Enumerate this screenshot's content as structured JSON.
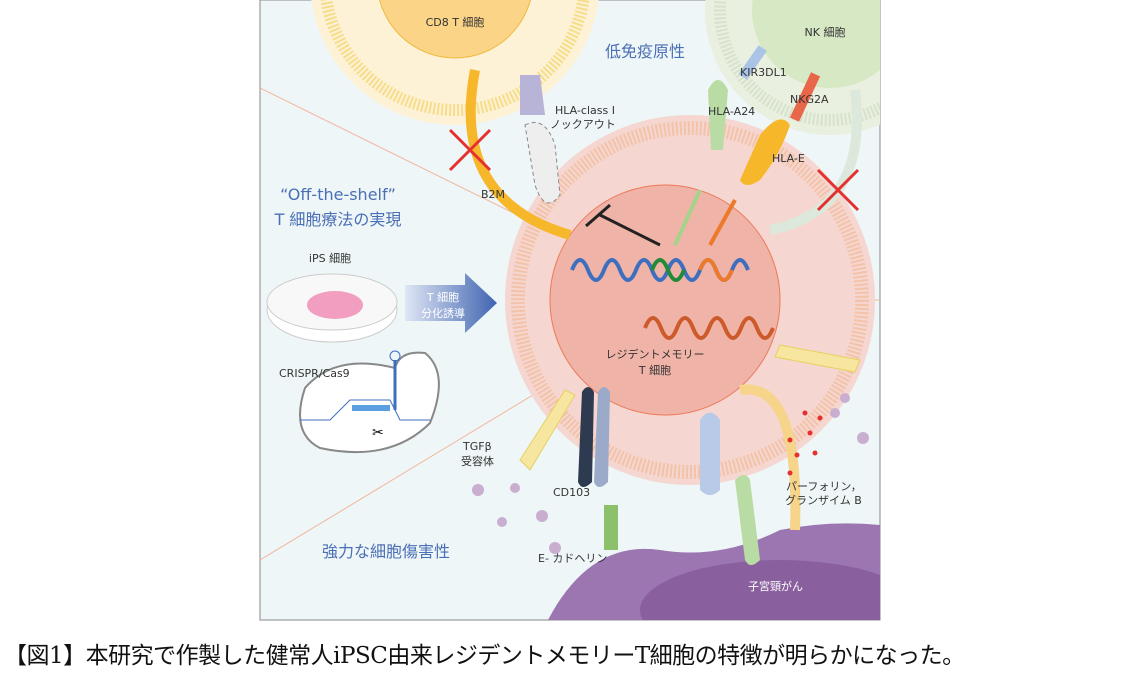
{
  "figure": {
    "cells": {
      "cd8": "CD8 T 細胞",
      "nk": "NK 細胞",
      "resident_line1": "レジデントメモリー",
      "resident_line2": "T 細胞",
      "cancer": "子宮頸がん",
      "ips": "iPS 細胞"
    },
    "headings": {
      "low_immunogenicity": "低免疫原性",
      "off_shelf_line1": "“Off-the-shelf”",
      "off_shelf_line2": "T 細胞療法の実現",
      "cytotoxicity": "強力な細胞傷害性"
    },
    "molecules": {
      "kir3dl1": "KIR3DL1",
      "nkg2a": "NKG2A",
      "hla_a24": "HLA-A24",
      "hla_e": "HLA-E",
      "hla_ko_line1": "HLA-class I",
      "hla_ko_line2": "ノックアウト",
      "b2m": "B2M",
      "tgfb_line1": "TGFβ",
      "tgfb_line2": "受容体",
      "cd103": "CD103",
      "ecadherin": "E- カドヘリン",
      "perforin_line1": "パーフォリン，",
      "perforin_line2": "グランザイム B",
      "crispr": "CRISPR/Cas9"
    },
    "arrow": {
      "line1": "T 細胞",
      "line2": "分化誘導"
    },
    "colors": {
      "heading_blue": "#4a6fb5",
      "cell_pink": "#f0b3a8",
      "cancer_purple": "#9b76b0",
      "cross_red": "#e53030"
    }
  },
  "caption": "【図1】本研究で作製した健常人iPSC由来レジデントメモリーT細胞の特徴が明らかになった。"
}
